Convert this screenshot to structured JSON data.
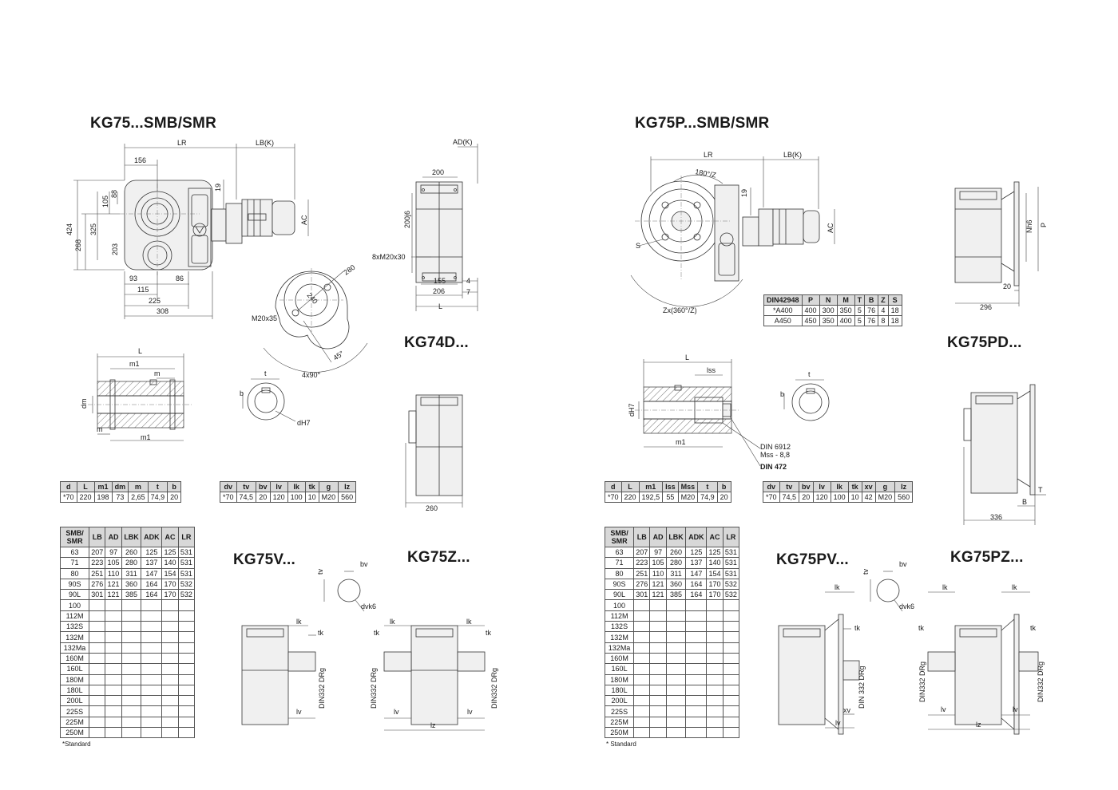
{
  "titles": {
    "left_main": "KG75...SMB/SMR",
    "right_main": "KG75P...SMB/SMR",
    "kg74d": "KG74D...",
    "kg75pd": "KG75PD...",
    "kg75v": "KG75V...",
    "kg75z": "KG75Z...",
    "kg75pv": "KG75PV...",
    "kg75pz": "KG75PZ..."
  },
  "dims": {
    "LR": "LR",
    "LBK": "LB(K)",
    "ADK": "AD(K)",
    "AC": "AC",
    "d156": "156",
    "d19": "19",
    "d88": "88",
    "d105": "105",
    "d424": "424",
    "d268": "268",
    "d325": "325",
    "d203": "203",
    "d93": "93",
    "d86": "86",
    "d115": "115",
    "d225": "225",
    "d308": "308",
    "d200": "200",
    "d200j6": "200j6",
    "m20x30": "8xM20x30",
    "d155": "155",
    "d4": "4",
    "d206": "206",
    "d7": "7",
    "L": "L",
    "d280": "280",
    "d240": "240",
    "m20x35": "M20x35",
    "d45": "45°",
    "d4x90": "4x90°",
    "m1": "m1",
    "m": "m",
    "dm": "dm",
    "t": "t",
    "b": "b",
    "dH7": "dH7",
    "d260": "260",
    "tv": "tv",
    "bv": "bv",
    "dvk6": "dvk6",
    "lk": "lk",
    "tk": "tk",
    "lv": "lv",
    "lz": "lz",
    "xv": "xv",
    "din332": "DIN332 DRg",
    "din332b": "DIN 332 DRg",
    "d180z": "180°/Z",
    "S": "S",
    "zx": "Zx(360°/Z)",
    "Nh6": "Nh6",
    "P": "P",
    "d20": "20",
    "d296": "296",
    "lss": "lss",
    "din6912": "DIN 6912",
    "mss88": "Mss - 8,8",
    "din472": "DIN 472",
    "T": "T",
    "B": "B",
    "d336": "336"
  },
  "flange_table": {
    "header": [
      "DIN42948",
      "P",
      "N",
      "M",
      "T",
      "B",
      "Z",
      "S"
    ],
    "rows": [
      [
        "*A400",
        "400",
        "300",
        "350",
        "5",
        "76",
        "4",
        "18"
      ],
      [
        "A450",
        "450",
        "350",
        "400",
        "5",
        "76",
        "8",
        "18"
      ]
    ]
  },
  "shaft_table_left": {
    "header": [
      "d",
      "L",
      "m1",
      "dm",
      "m",
      "t",
      "b"
    ],
    "rows": [
      [
        "*70",
        "220",
        "198",
        "73",
        "2,65",
        "74,9",
        "20"
      ]
    ]
  },
  "shaft_table_right": {
    "header": [
      "d",
      "L",
      "m1",
      "lss",
      "Mss",
      "t",
      "b"
    ],
    "rows": [
      [
        "*70",
        "220",
        "192,5",
        "55",
        "M20",
        "74,9",
        "20"
      ]
    ]
  },
  "vz_table_left": {
    "header": [
      "dv",
      "tv",
      "bv",
      "lv",
      "lk",
      "tk",
      "g",
      "lz"
    ],
    "rows": [
      [
        "*70",
        "74,5",
        "20",
        "120",
        "100",
        "10",
        "M20",
        "560"
      ]
    ]
  },
  "vz_table_right": {
    "header": [
      "dv",
      "tv",
      "bv",
      "lv",
      "lk",
      "tk",
      "xv",
      "g",
      "lz"
    ],
    "rows": [
      [
        "*70",
        "74,5",
        "20",
        "120",
        "100",
        "10",
        "42",
        "M20",
        "560"
      ]
    ]
  },
  "motor_table": {
    "header": [
      "SMB/\nSMR",
      "LB",
      "AD",
      "LBK",
      "ADK",
      "AC",
      "LR"
    ],
    "rows": [
      [
        "63",
        "207",
        "97",
        "260",
        "125",
        "125",
        "531"
      ],
      [
        "71",
        "223",
        "105",
        "280",
        "137",
        "140",
        "531"
      ],
      [
        "80",
        "251",
        "110",
        "311",
        "147",
        "154",
        "531"
      ],
      [
        "90S",
        "276",
        "121",
        "360",
        "164",
        "170",
        "532"
      ],
      [
        "90L",
        "301",
        "121",
        "385",
        "164",
        "170",
        "532"
      ],
      [
        "100",
        "",
        "",
        "",
        "",
        "",
        ""
      ],
      [
        "112M",
        "",
        "",
        "",
        "",
        "",
        ""
      ],
      [
        "132S",
        "",
        "",
        "",
        "",
        "",
        ""
      ],
      [
        "132M",
        "",
        "",
        "",
        "",
        "",
        ""
      ],
      [
        "132Ma",
        "",
        "",
        "",
        "",
        "",
        ""
      ],
      [
        "160M",
        "",
        "",
        "",
        "",
        "",
        ""
      ],
      [
        "160L",
        "",
        "",
        "",
        "",
        "",
        ""
      ],
      [
        "180M",
        "",
        "",
        "",
        "",
        "",
        ""
      ],
      [
        "180L",
        "",
        "",
        "",
        "",
        "",
        ""
      ],
      [
        "200L",
        "",
        "",
        "",
        "",
        "",
        ""
      ],
      [
        "225S",
        "",
        "",
        "",
        "",
        "",
        ""
      ],
      [
        "225M",
        "",
        "",
        "",
        "",
        "",
        ""
      ],
      [
        "250M",
        "",
        "",
        "",
        "",
        "",
        ""
      ]
    ]
  },
  "notes": {
    "left": "*Standard",
    "right": "* Standard"
  }
}
